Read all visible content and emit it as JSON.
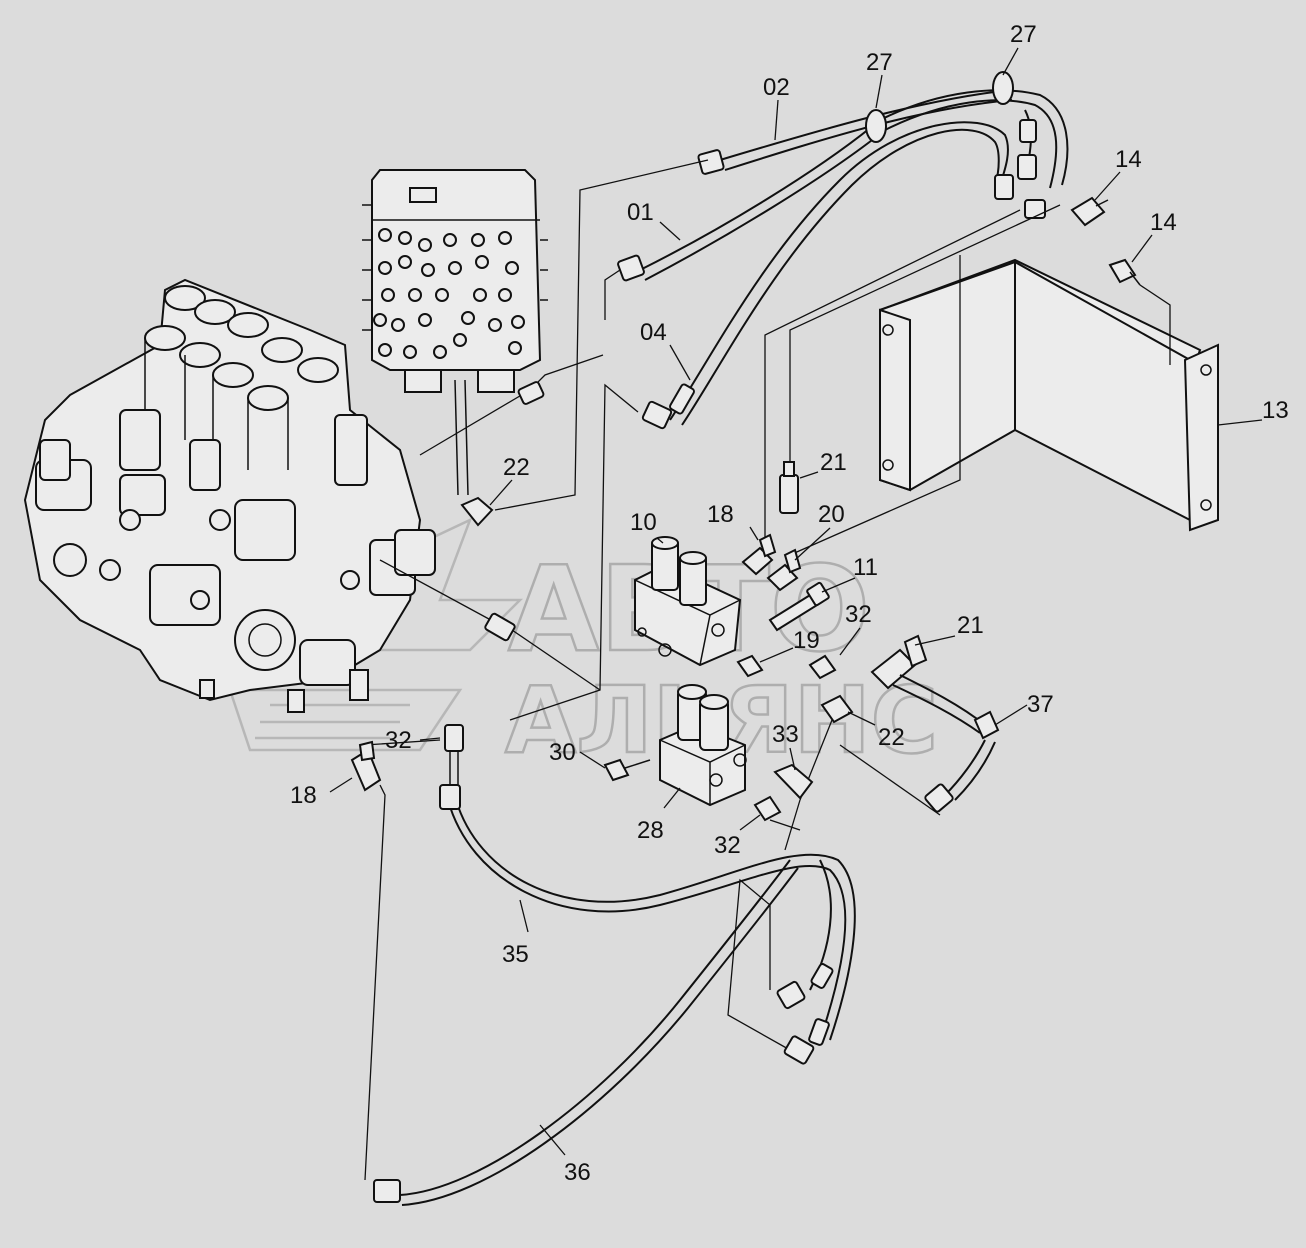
{
  "watermark": {
    "line1": "АВТО",
    "line2": "АЛЬЯНС"
  },
  "callouts": [
    {
      "id": "c27a",
      "text": "27"
    },
    {
      "id": "c27b",
      "text": "27"
    },
    {
      "id": "c02",
      "text": "02"
    },
    {
      "id": "c01",
      "text": "01"
    },
    {
      "id": "c14a",
      "text": "14"
    },
    {
      "id": "c14b",
      "text": "14"
    },
    {
      "id": "c04",
      "text": "04"
    },
    {
      "id": "c13",
      "text": "13"
    },
    {
      "id": "c21a",
      "text": "21"
    },
    {
      "id": "c22a",
      "text": "22"
    },
    {
      "id": "c10",
      "text": "10"
    },
    {
      "id": "c18a",
      "text": "18"
    },
    {
      "id": "c20",
      "text": "20"
    },
    {
      "id": "c11",
      "text": "11"
    },
    {
      "id": "c32a",
      "text": "32"
    },
    {
      "id": "c21b",
      "text": "21"
    },
    {
      "id": "c19",
      "text": "19"
    },
    {
      "id": "c37",
      "text": "37"
    },
    {
      "id": "c22b",
      "text": "22"
    },
    {
      "id": "c32b",
      "text": "32"
    },
    {
      "id": "c30",
      "text": "30"
    },
    {
      "id": "c33",
      "text": "33"
    },
    {
      "id": "c18b",
      "text": "18"
    },
    {
      "id": "c28",
      "text": "28"
    },
    {
      "id": "c32c",
      "text": "32"
    },
    {
      "id": "c35",
      "text": "35"
    },
    {
      "id": "c36",
      "text": "36"
    }
  ]
}
